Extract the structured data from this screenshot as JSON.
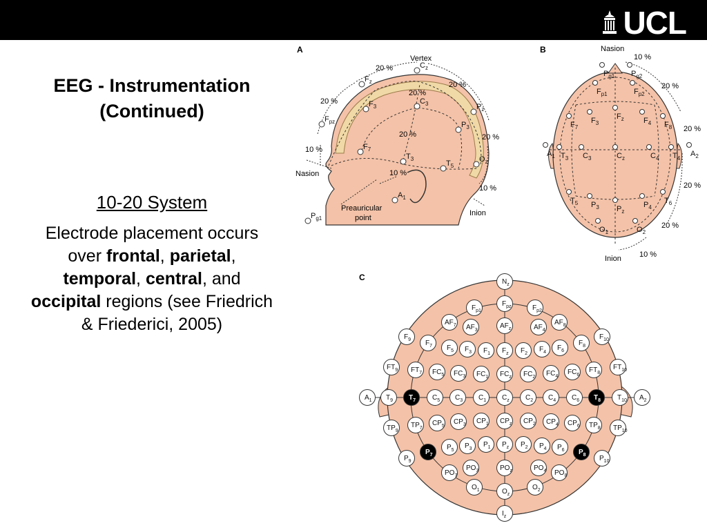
{
  "logo": {
    "text": "UCL"
  },
  "title": {
    "line1": "EEG - Instrumentation",
    "line2": "(Continued)"
  },
  "subtitle": "10-20 System",
  "body": {
    "p1": "Electrode placement occurs over ",
    "b1": "frontal",
    "p2": ", ",
    "b2": "parietal",
    "p3": ", ",
    "b3": "temporal",
    "p4": ", ",
    "b4": "central",
    "p5": ", and ",
    "b5": "occipital",
    "p6": " regions (see Friedrich & Friederici, 2005)"
  },
  "panelA": {
    "label": "A",
    "vertex": "Vertex",
    "nasion": "Nasion",
    "inion": "Inion",
    "preauricular1": "Preauricular",
    "preauricular2": "point",
    "pct": [
      "20 %",
      "20 %",
      "20 %",
      "20 %",
      "20 %",
      "20 %",
      "10 %",
      "10 %",
      "10 %"
    ],
    "electrodes": [
      {
        "id": "fz",
        "t": "F",
        "s": "z"
      },
      {
        "id": "cz",
        "t": "C",
        "s": "z"
      },
      {
        "id": "pz",
        "t": "P",
        "s": "z"
      },
      {
        "id": "fpz",
        "t": "F",
        "s": "pz"
      },
      {
        "id": "f3",
        "t": "F",
        "s": "3"
      },
      {
        "id": "c3",
        "t": "C",
        "s": "3"
      },
      {
        "id": "p3",
        "t": "P",
        "s": "3"
      },
      {
        "id": "f7",
        "t": "F",
        "s": "7"
      },
      {
        "id": "t3",
        "t": "T",
        "s": "3"
      },
      {
        "id": "t5",
        "t": "T",
        "s": "5"
      },
      {
        "id": "oz",
        "t": "O",
        "s": "z"
      },
      {
        "id": "a1",
        "t": "A",
        "s": "1"
      },
      {
        "id": "pg1",
        "t": "P",
        "s": "g1"
      }
    ]
  },
  "panelB": {
    "label": "B",
    "nasion": "Nasion",
    "inion": "Inion",
    "pct": [
      "10 %",
      "20 %",
      "20 %",
      "20 %",
      "20 %",
      "10 %"
    ],
    "electrodes": [
      {
        "id": "pg1",
        "t": "P",
        "s": "g1"
      },
      {
        "id": "pg2",
        "t": "P",
        "s": "g2"
      },
      {
        "id": "fp1",
        "t": "F",
        "s": "p1"
      },
      {
        "id": "fp2",
        "t": "F",
        "s": "p2"
      },
      {
        "id": "f7",
        "t": "F",
        "s": "7"
      },
      {
        "id": "f3",
        "t": "F",
        "s": "3"
      },
      {
        "id": "fz",
        "t": "F",
        "s": "z"
      },
      {
        "id": "f4",
        "t": "F",
        "s": "4"
      },
      {
        "id": "f8",
        "t": "F",
        "s": "8"
      },
      {
        "id": "a1",
        "t": "A",
        "s": "1"
      },
      {
        "id": "t3",
        "t": "T",
        "s": "3"
      },
      {
        "id": "c3",
        "t": "C",
        "s": "3"
      },
      {
        "id": "cz",
        "t": "C",
        "s": "z"
      },
      {
        "id": "c4",
        "t": "C",
        "s": "4"
      },
      {
        "id": "t4",
        "t": "T",
        "s": "4"
      },
      {
        "id": "a2",
        "t": "A",
        "s": "2"
      },
      {
        "id": "t5",
        "t": "T",
        "s": "5"
      },
      {
        "id": "p3",
        "t": "P",
        "s": "3"
      },
      {
        "id": "pz",
        "t": "P",
        "s": "z"
      },
      {
        "id": "p4",
        "t": "P",
        "s": "4"
      },
      {
        "id": "t6",
        "t": "T",
        "s": "6"
      },
      {
        "id": "o1",
        "t": "O",
        "s": "1"
      },
      {
        "id": "o2",
        "t": "O",
        "s": "2"
      }
    ]
  },
  "panelC": {
    "label": "C",
    "electrodes": [
      {
        "id": "nz",
        "t": "N",
        "s": "z"
      },
      {
        "id": "fp1",
        "t": "F",
        "s": "p1"
      },
      {
        "id": "fpz",
        "t": "F",
        "s": "pz"
      },
      {
        "id": "fp2",
        "t": "F",
        "s": "p2"
      },
      {
        "id": "af7",
        "t": "AF",
        "s": "7"
      },
      {
        "id": "af3",
        "t": "AF",
        "s": "3"
      },
      {
        "id": "afz",
        "t": "AF",
        "s": "z"
      },
      {
        "id": "af4",
        "t": "AF",
        "s": "4"
      },
      {
        "id": "af8",
        "t": "AF",
        "s": "8"
      },
      {
        "id": "f9",
        "t": "F",
        "s": "9"
      },
      {
        "id": "f7",
        "t": "F",
        "s": "7"
      },
      {
        "id": "f5",
        "t": "F",
        "s": "5"
      },
      {
        "id": "f3",
        "t": "F",
        "s": "3"
      },
      {
        "id": "f1",
        "t": "F",
        "s": "1"
      },
      {
        "id": "fz",
        "t": "F",
        "s": "z"
      },
      {
        "id": "f2",
        "t": "F",
        "s": "2"
      },
      {
        "id": "f4",
        "t": "F",
        "s": "4"
      },
      {
        "id": "f6",
        "t": "F",
        "s": "6"
      },
      {
        "id": "f8",
        "t": "F",
        "s": "8"
      },
      {
        "id": "f10",
        "t": "F",
        "s": "10"
      },
      {
        "id": "ft9",
        "t": "FT",
        "s": "9"
      },
      {
        "id": "ft7",
        "t": "FT",
        "s": "7"
      },
      {
        "id": "fc5",
        "t": "FC",
        "s": "5"
      },
      {
        "id": "fc3",
        "t": "FC",
        "s": "3"
      },
      {
        "id": "fc1",
        "t": "FC",
        "s": "1"
      },
      {
        "id": "fcz",
        "t": "FC",
        "s": "z"
      },
      {
        "id": "fc2",
        "t": "FC",
        "s": "2"
      },
      {
        "id": "fc4",
        "t": "FC",
        "s": "4"
      },
      {
        "id": "fc6",
        "t": "FC",
        "s": "6"
      },
      {
        "id": "ft8",
        "t": "FT",
        "s": "8"
      },
      {
        "id": "ft10",
        "t": "FT",
        "s": "10"
      },
      {
        "id": "a1",
        "t": "A",
        "s": "1"
      },
      {
        "id": "t9",
        "t": "T",
        "s": "9"
      },
      {
        "id": "t7",
        "t": "T",
        "s": "7",
        "dark": true
      },
      {
        "id": "c5",
        "t": "C",
        "s": "5"
      },
      {
        "id": "c3",
        "t": "C",
        "s": "3"
      },
      {
        "id": "c1",
        "t": "C",
        "s": "1"
      },
      {
        "id": "cz",
        "t": "C",
        "s": "z"
      },
      {
        "id": "c2",
        "t": "C",
        "s": "2"
      },
      {
        "id": "c4",
        "t": "C",
        "s": "4"
      },
      {
        "id": "c6",
        "t": "C",
        "s": "6"
      },
      {
        "id": "t8",
        "t": "T",
        "s": "8",
        "dark": true
      },
      {
        "id": "t10",
        "t": "T",
        "s": "10"
      },
      {
        "id": "a2",
        "t": "A",
        "s": "2"
      },
      {
        "id": "tp9",
        "t": "TP",
        "s": "9"
      },
      {
        "id": "tp7",
        "t": "TP",
        "s": "7"
      },
      {
        "id": "cp5",
        "t": "CP",
        "s": "5"
      },
      {
        "id": "cp3",
        "t": "CP",
        "s": "3"
      },
      {
        "id": "cp1",
        "t": "CP",
        "s": "1"
      },
      {
        "id": "cpz",
        "t": "CP",
        "s": "z"
      },
      {
        "id": "cp2",
        "t": "CP",
        "s": "2"
      },
      {
        "id": "cp4",
        "t": "CP",
        "s": "4"
      },
      {
        "id": "cp6",
        "t": "CP",
        "s": "6"
      },
      {
        "id": "tp8",
        "t": "TP",
        "s": "8"
      },
      {
        "id": "tp10",
        "t": "TP",
        "s": "10"
      },
      {
        "id": "p9",
        "t": "P",
        "s": "9"
      },
      {
        "id": "p7",
        "t": "P",
        "s": "7",
        "dark": true
      },
      {
        "id": "p5",
        "t": "P",
        "s": "5"
      },
      {
        "id": "p3",
        "t": "P",
        "s": "3"
      },
      {
        "id": "p1",
        "t": "P",
        "s": "1"
      },
      {
        "id": "pz",
        "t": "P",
        "s": "z"
      },
      {
        "id": "p2",
        "t": "P",
        "s": "2"
      },
      {
        "id": "p4",
        "t": "P",
        "s": "4"
      },
      {
        "id": "p6",
        "t": "P",
        "s": "6"
      },
      {
        "id": "p8",
        "t": "P",
        "s": "8",
        "dark": true
      },
      {
        "id": "p10",
        "t": "P",
        "s": "10"
      },
      {
        "id": "po7",
        "t": "PO",
        "s": "7"
      },
      {
        "id": "po3",
        "t": "PO",
        "s": "3"
      },
      {
        "id": "poz",
        "t": "PO",
        "s": "z"
      },
      {
        "id": "po4",
        "t": "PO",
        "s": "4"
      },
      {
        "id": "po8",
        "t": "PO",
        "s": "8"
      },
      {
        "id": "o1",
        "t": "O",
        "s": "1"
      },
      {
        "id": "oz",
        "t": "O",
        "s": "z"
      },
      {
        "id": "o2",
        "t": "O",
        "s": "2"
      },
      {
        "id": "iz",
        "t": "I",
        "s": "z"
      }
    ]
  },
  "colors": {
    "scalp": "#f4c2a8",
    "hair": "#f0d9a6",
    "outline": "#333333",
    "dark": "#000000",
    "header": "#000000"
  }
}
